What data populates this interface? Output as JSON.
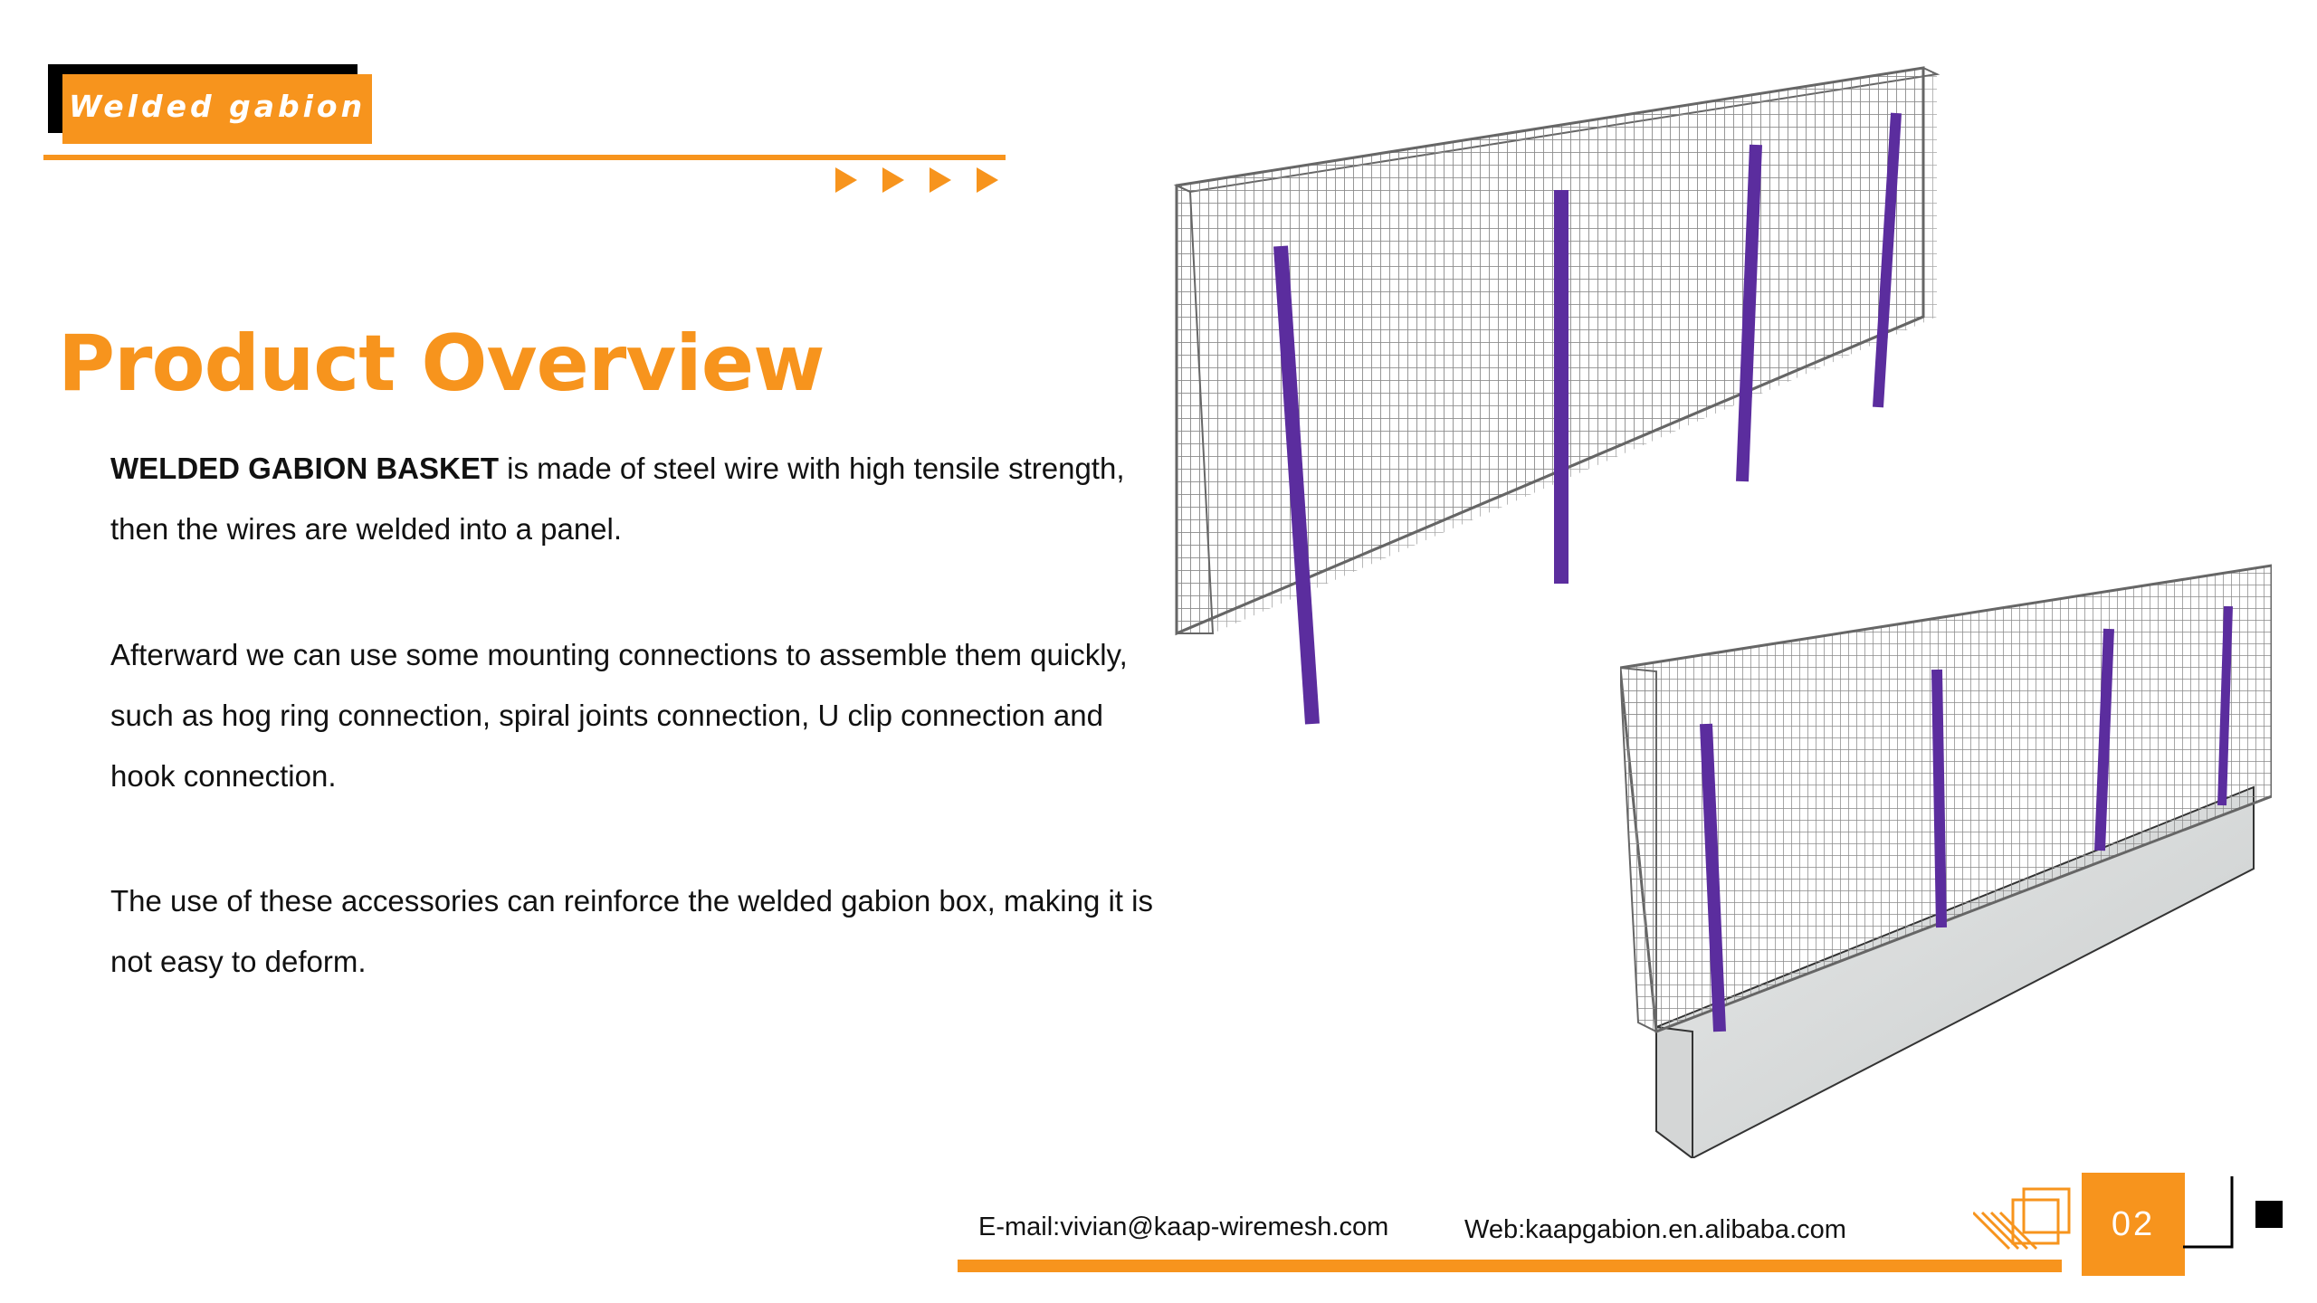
{
  "header": {
    "tag_label": "Welded gabion"
  },
  "title": "Product Overview",
  "paragraphs": {
    "p1_bold": "WELDED GABION BASKET",
    "p1_rest": " is made of steel wire with high tensile strength, then the wires are welded into a panel.",
    "p2": "Afterward we can use some mounting connections to assemble them quickly, such as hog ring connection, spiral  joints connection, U clip connection and hook connection.",
    "p3": "The use of these accessories can reinforce the welded gabion box, making it is not easy to deform."
  },
  "footer": {
    "email": "E-mail:vivian@kaap-wiremesh.com",
    "web": "Web:kaapgabion.en.alibaba.com",
    "page_number": "02"
  },
  "colors": {
    "accent": "#f7941d",
    "post": "#5b2d9e",
    "wire": "#777777"
  },
  "images": {
    "upper": "welded-gabion-wall-with-posts",
    "lower": "welded-gabion-wall-on-concrete-base"
  }
}
